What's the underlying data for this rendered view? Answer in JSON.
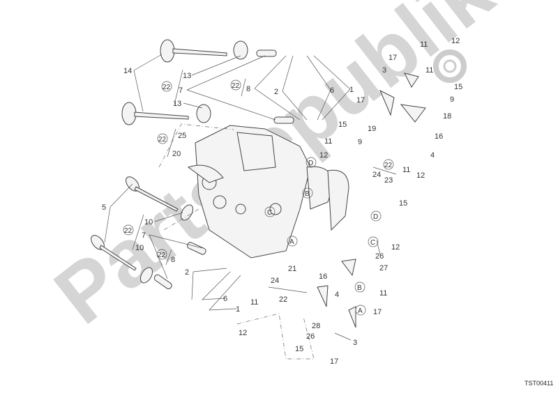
{
  "watermark": "Partsrepublik",
  "diagram_code": "TST00411",
  "labels": [
    "14",
    "13",
    "7",
    "13",
    "8",
    "2",
    "6",
    "1",
    "25",
    "20",
    "17",
    "15",
    "11",
    "12",
    "9",
    "19",
    "11",
    "12",
    "17",
    "3",
    "11",
    "15",
    "9",
    "18",
    "16",
    "4",
    "24",
    "23",
    "11",
    "12",
    "15",
    "5",
    "10",
    "7",
    "10",
    "8",
    "2",
    "6",
    "1",
    "21",
    "24",
    "22",
    "16",
    "4",
    "26",
    "27",
    "12",
    "11",
    "17",
    "3",
    "11",
    "12",
    "28",
    "26",
    "15",
    "17"
  ],
  "ref_circles": [
    "22",
    "22",
    "22",
    "22",
    "22",
    "22"
  ],
  "ref_letters": [
    "D",
    "B",
    "C",
    "A",
    "D",
    "C",
    "B",
    "A"
  ]
}
